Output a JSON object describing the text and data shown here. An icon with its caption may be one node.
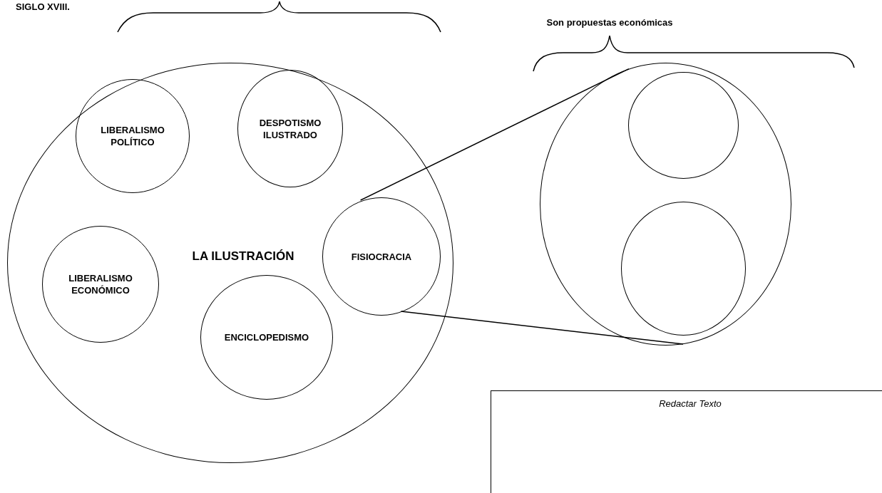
{
  "diagram": {
    "nodes": [
      {
        "text": [
          "LA ILUSTRACIÓN"
        ]
      },
      {
        "text": [
          "LIBERALISMO POLÍTICO"
        ],
        "in": 0
      },
      {
        "text": [
          "DESPOTISMO ILUSTRADO"
        ],
        "in": 0
      },
      {
        "text": [
          "FISIOCRACIA"
        ],
        "in": 0
      },
      {
        "text": [
          "LIBERALISMO ECONÓMICO"
        ],
        "in": 0
      },
      {
        "text": [
          "ENCICLOPEDISMO"
        ],
        "in": 0
      },
      {
        "text": [],
        "shape": "circle"
      },
      {
        "text": [],
        "shape": "circle",
        "in": 6
      },
      {
        "text": [],
        "shape": "circle",
        "in": 6
      },
      {
        "text": [
          "Redactar Texto"
        ]
      }
    ],
    "edges": [
      {
        "from": 3,
        "to": 6,
        "arrow": "none"
      },
      {
        "from": 3,
        "to": 6,
        "arrow": "none"
      }
    ],
    "labels": [
      "SIGLO XVIII.",
      "Son propuestas económicas"
    ]
  }
}
